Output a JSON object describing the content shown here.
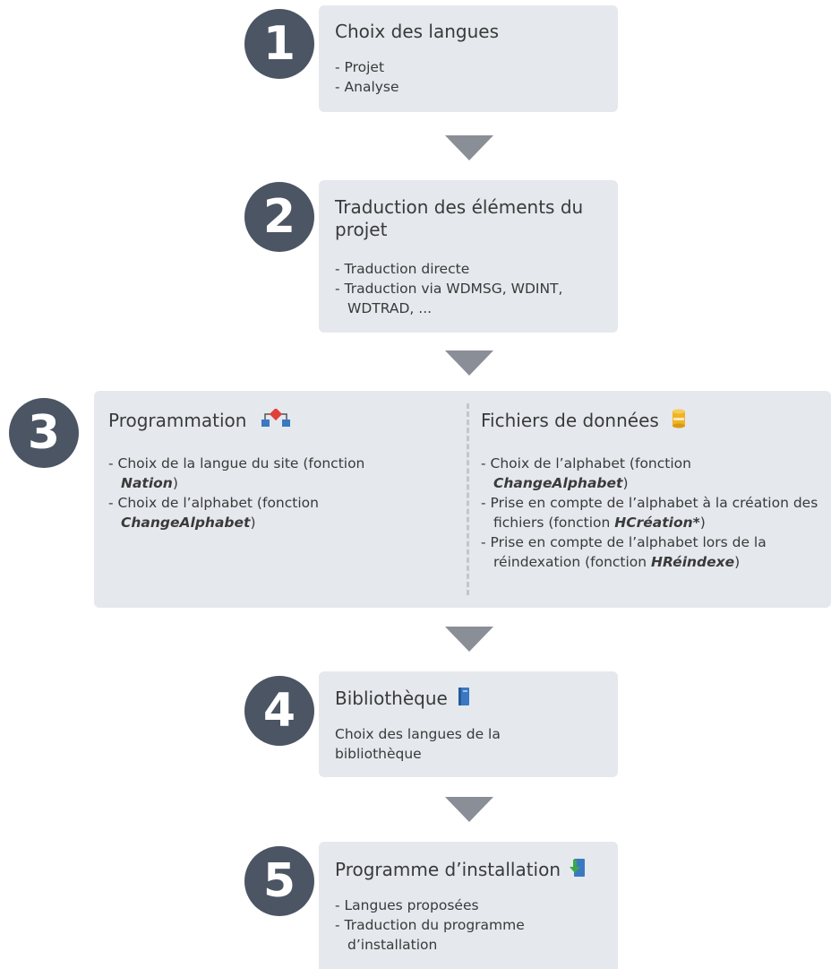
{
  "steps": [
    {
      "number": "1",
      "title": "Choix des langues",
      "items": [
        "- Projet",
        "- Analyse"
      ]
    },
    {
      "number": "2",
      "title": "Traduction des éléments du projet",
      "items": [
        "- Traduction directe",
        "- Traduction via WDMSG, WDINT, WDTRAD, ..."
      ]
    },
    {
      "number": "3",
      "left": {
        "title": "Programmation",
        "icon": "hierarchy-icon",
        "items": [
          {
            "pre": "- Choix de la langue du site (fonction ",
            "bold": "Nation",
            "post": ")"
          },
          {
            "pre": "- Choix de l’alphabet (fonction ",
            "bold": "ChangeAlphabet",
            "post": ")"
          }
        ]
      },
      "right": {
        "title": "Fichiers de données",
        "icon": "database-icon",
        "items": [
          {
            "pre": "- Choix de l’alphabet (fonction ",
            "bold": "ChangeAlphabet",
            "post": ")"
          },
          {
            "pre": "- Prise en compte de l’alphabet à la création des fichiers (fonction ",
            "bold": "HCréation*",
            "post": ")"
          },
          {
            "pre": "- Prise en compte de l’alphabet lors de la réindexation (fonction ",
            "bold": "HRéindexe",
            "post": ")"
          }
        ]
      }
    },
    {
      "number": "4",
      "title": "Bibliothèque",
      "icon": "book-icon",
      "text": "Choix des langues de la bibliothèque"
    },
    {
      "number": "5",
      "title": "Programme d’installation",
      "icon": "install-download-icon",
      "items": [
        "- Langues proposées",
        "- Traduction du programme d’installation"
      ]
    }
  ],
  "colors": {
    "circle": "#4b5563",
    "box": "#e5e8ed",
    "arrow": "#8a8e96"
  }
}
